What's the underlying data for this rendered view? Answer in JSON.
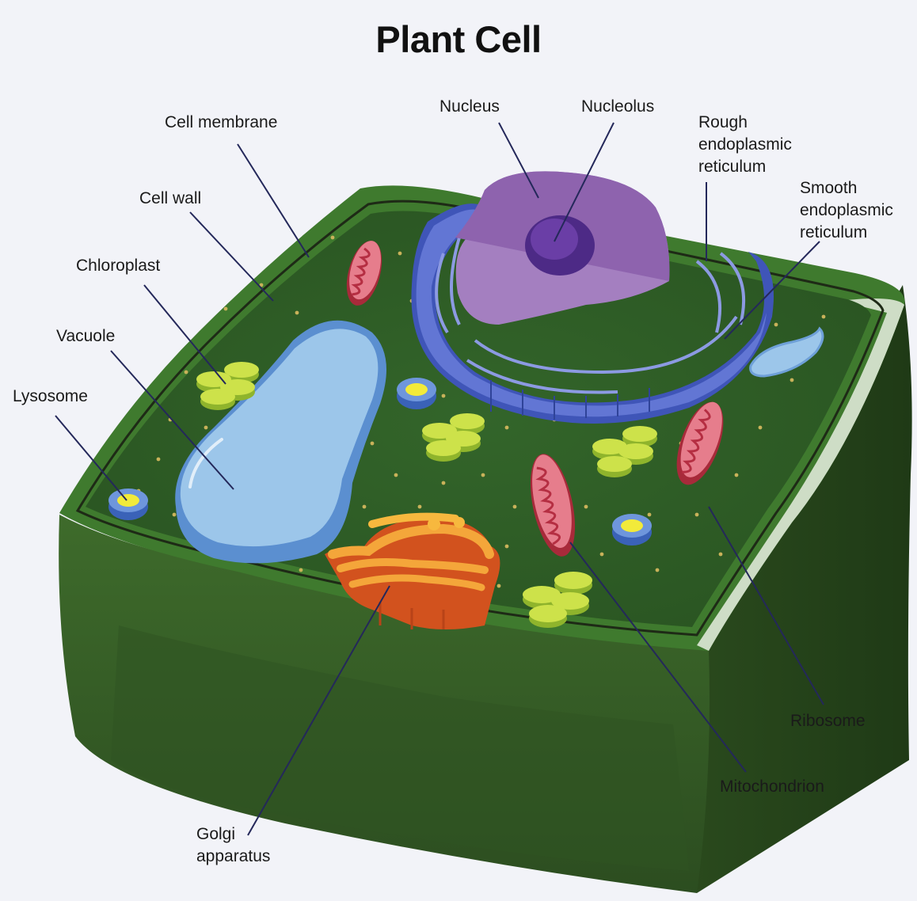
{
  "title": "Plant Cell",
  "labels": {
    "cell_membrane": "Cell membrane",
    "cell_wall": "Cell wall",
    "chloroplast": "Chloroplast",
    "vacuole": "Vacuole",
    "lysosome": "Lysosome",
    "nucleus": "Nucleus",
    "nucleolus": "Nucleolus",
    "rough_er": "Rough\nendoplasmic\nreticulum",
    "smooth_er": "Smooth\nendoplasmic\nreticulum",
    "ribosome": "Ribosome",
    "mitochondrion": "Mitochondrion",
    "golgi": "Golgi\napparatus"
  },
  "colors": {
    "background": "#f2f3f8",
    "wall_dark": "#2b4a1e",
    "wall": "#3d6a2a",
    "cytoplasm": "#2f5c25",
    "nucleus": "#9b6fb4",
    "nucleolus": "#4d2a86",
    "er": "#5667c4",
    "vacuole": "#98c4e8",
    "chloroplast": "#b7d93a",
    "mitochondrion": "#c9465a",
    "golgi": "#ef8a2a",
    "lysosome": "#e8e84a",
    "leader_line": "#24285a"
  }
}
